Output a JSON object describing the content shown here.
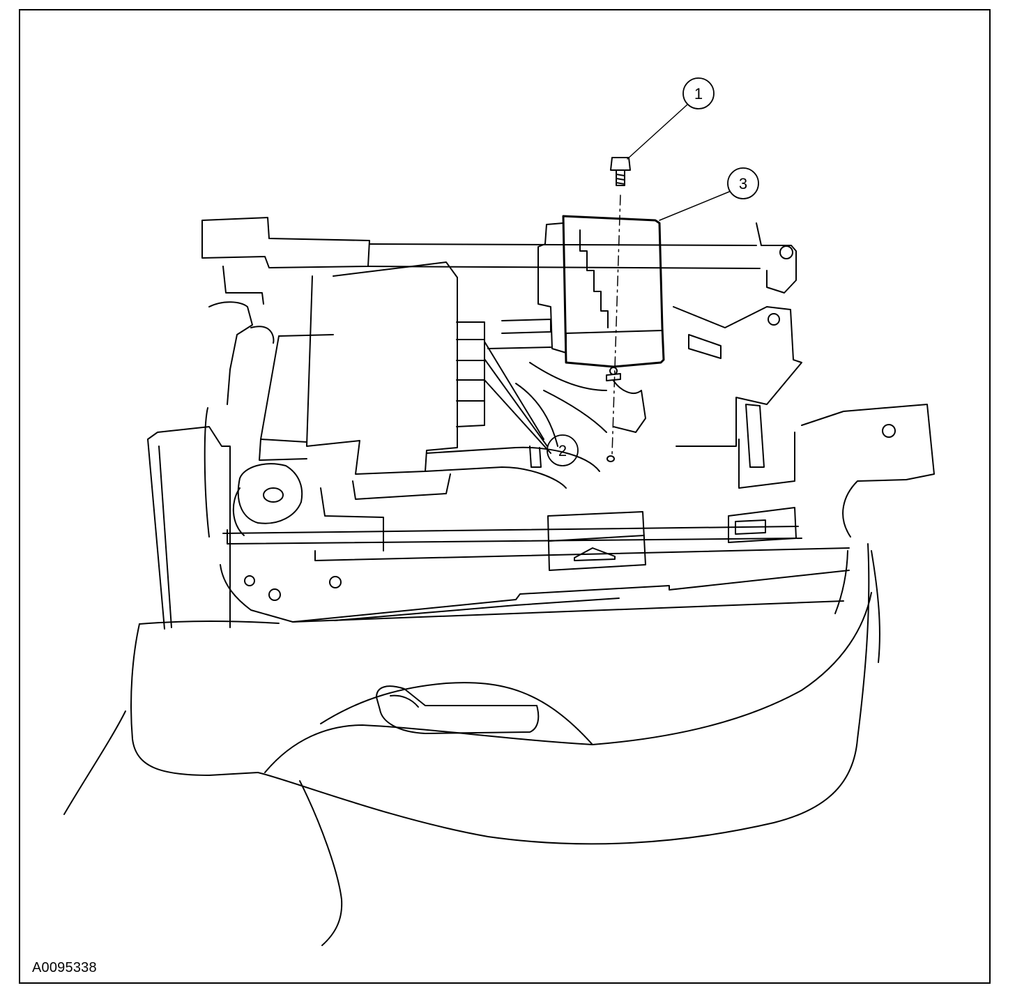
{
  "figure": {
    "id": "A0095338",
    "line_color": "#000000",
    "background": "#ffffff",
    "callouts": [
      {
        "label": "1",
        "part": "bolt"
      },
      {
        "label": "2",
        "part": "electrical-connectors"
      },
      {
        "label": "3",
        "part": "module"
      }
    ]
  }
}
